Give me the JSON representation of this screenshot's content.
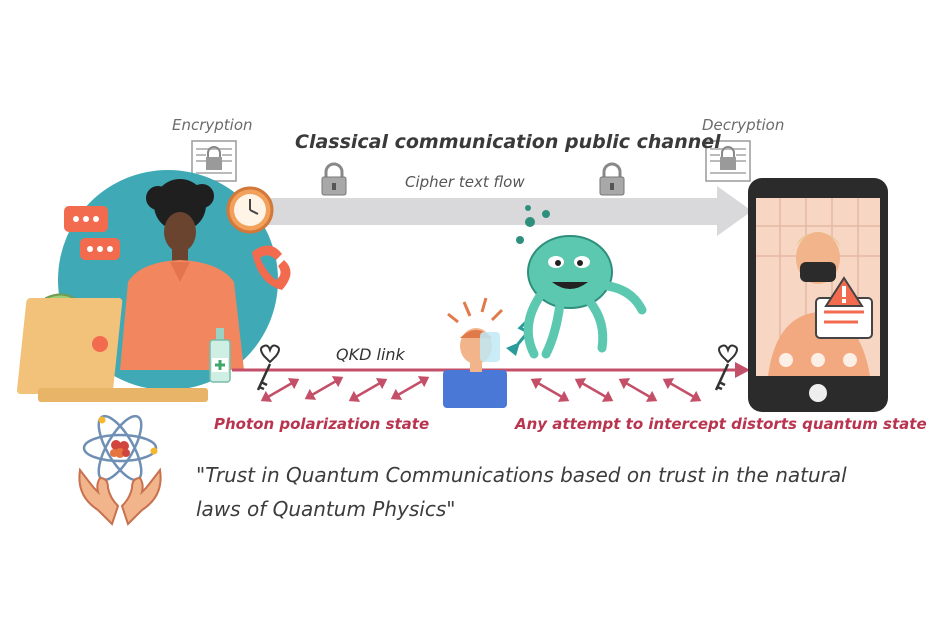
{
  "labels": {
    "encryption": "Encryption",
    "decryption": "Decryption",
    "channel_title": "Classical communication public channel",
    "cipher_flow": "Cipher text flow",
    "qkd_link": "QKD link",
    "photon_state": "Photon polarization state",
    "intercept_note": "Any attempt to intercept distorts quantum state"
  },
  "quote": {
    "line1": "\"Trust in Quantum Communications based on trust in the natural",
    "line2": "laws of Quantum Physics\""
  },
  "colors": {
    "cipher_arrow": "#d9d9dc",
    "qkd_line": "#c44f68",
    "photon_arrow": "#c44f68",
    "label_red": "#b8344f",
    "sender_circle": "#3fa9b6",
    "virus": "#5cc8b0",
    "phone_frame": "#2b2b2b"
  },
  "icons": [
    "lock-icon",
    "key-icon",
    "clock-icon",
    "phone-icon",
    "chat-bubble-icon",
    "warning-icon",
    "atom-icon",
    "hands-icon",
    "virus-icon",
    "document-lock-icon"
  ]
}
